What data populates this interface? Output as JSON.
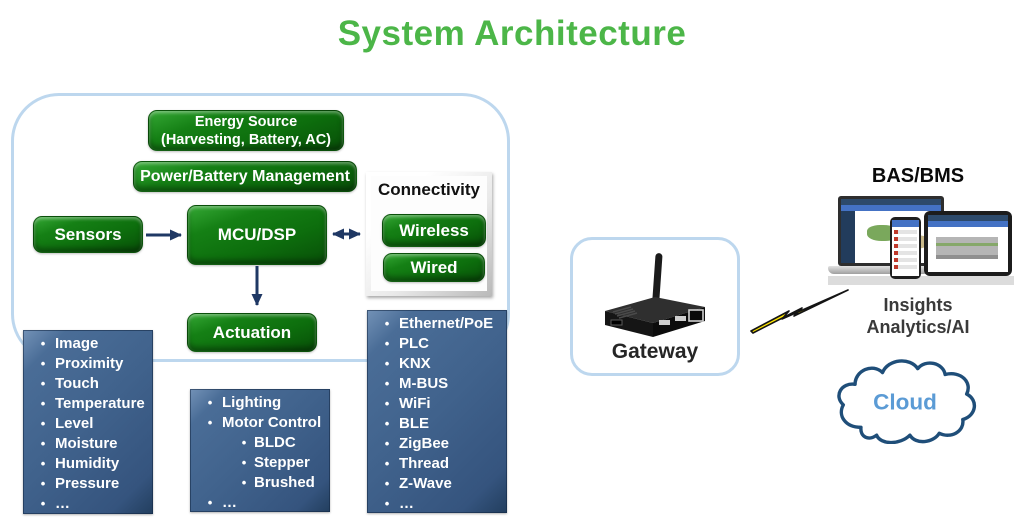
{
  "title": "System Architecture",
  "colors": {
    "title_green": "#4CB648",
    "node_green": "#0E750E",
    "list_blue": "#40628C",
    "arrow_navy": "#1F3864",
    "frame_light_blue": "#BDD7EE",
    "cloud_outline": "#1F4E79",
    "cloud_text": "#5B9BD5",
    "bolt_yellow": "#FFE600"
  },
  "edge_node": {
    "energy_source": "Energy Source (Harvesting, Battery, AC)",
    "power_management": "Power/Battery Management",
    "sensors": "Sensors",
    "mcu": "MCU/DSP",
    "actuation": "Actuation",
    "connectivity": {
      "title": "Connectivity",
      "wireless": "Wireless",
      "wired": "Wired"
    },
    "sensor_types": [
      "Image",
      "Proximity",
      "Touch",
      "Temperature",
      "Level",
      "Moisture",
      "Humidity",
      "Pressure",
      "…"
    ],
    "actuation_types": [
      {
        "label": "Lighting",
        "indent": 0
      },
      {
        "label": "Motor Control",
        "indent": 0
      },
      {
        "label": "BLDC",
        "indent": 1
      },
      {
        "label": "Stepper",
        "indent": 1
      },
      {
        "label": "Brushed",
        "indent": 1
      },
      {
        "label": "…",
        "indent": 0
      }
    ],
    "protocols": [
      "Ethernet/PoE",
      "PLC",
      "KNX",
      "M-BUS",
      "WiFi",
      "BLE",
      "ZigBee",
      "Thread",
      "Z-Wave",
      "…"
    ]
  },
  "gateway": {
    "label": "Gateway"
  },
  "cloud_side": {
    "bas_bms": "BAS/BMS",
    "insights_line1": "Insights",
    "insights_line2": "Analytics/AI",
    "cloud": "Cloud"
  }
}
